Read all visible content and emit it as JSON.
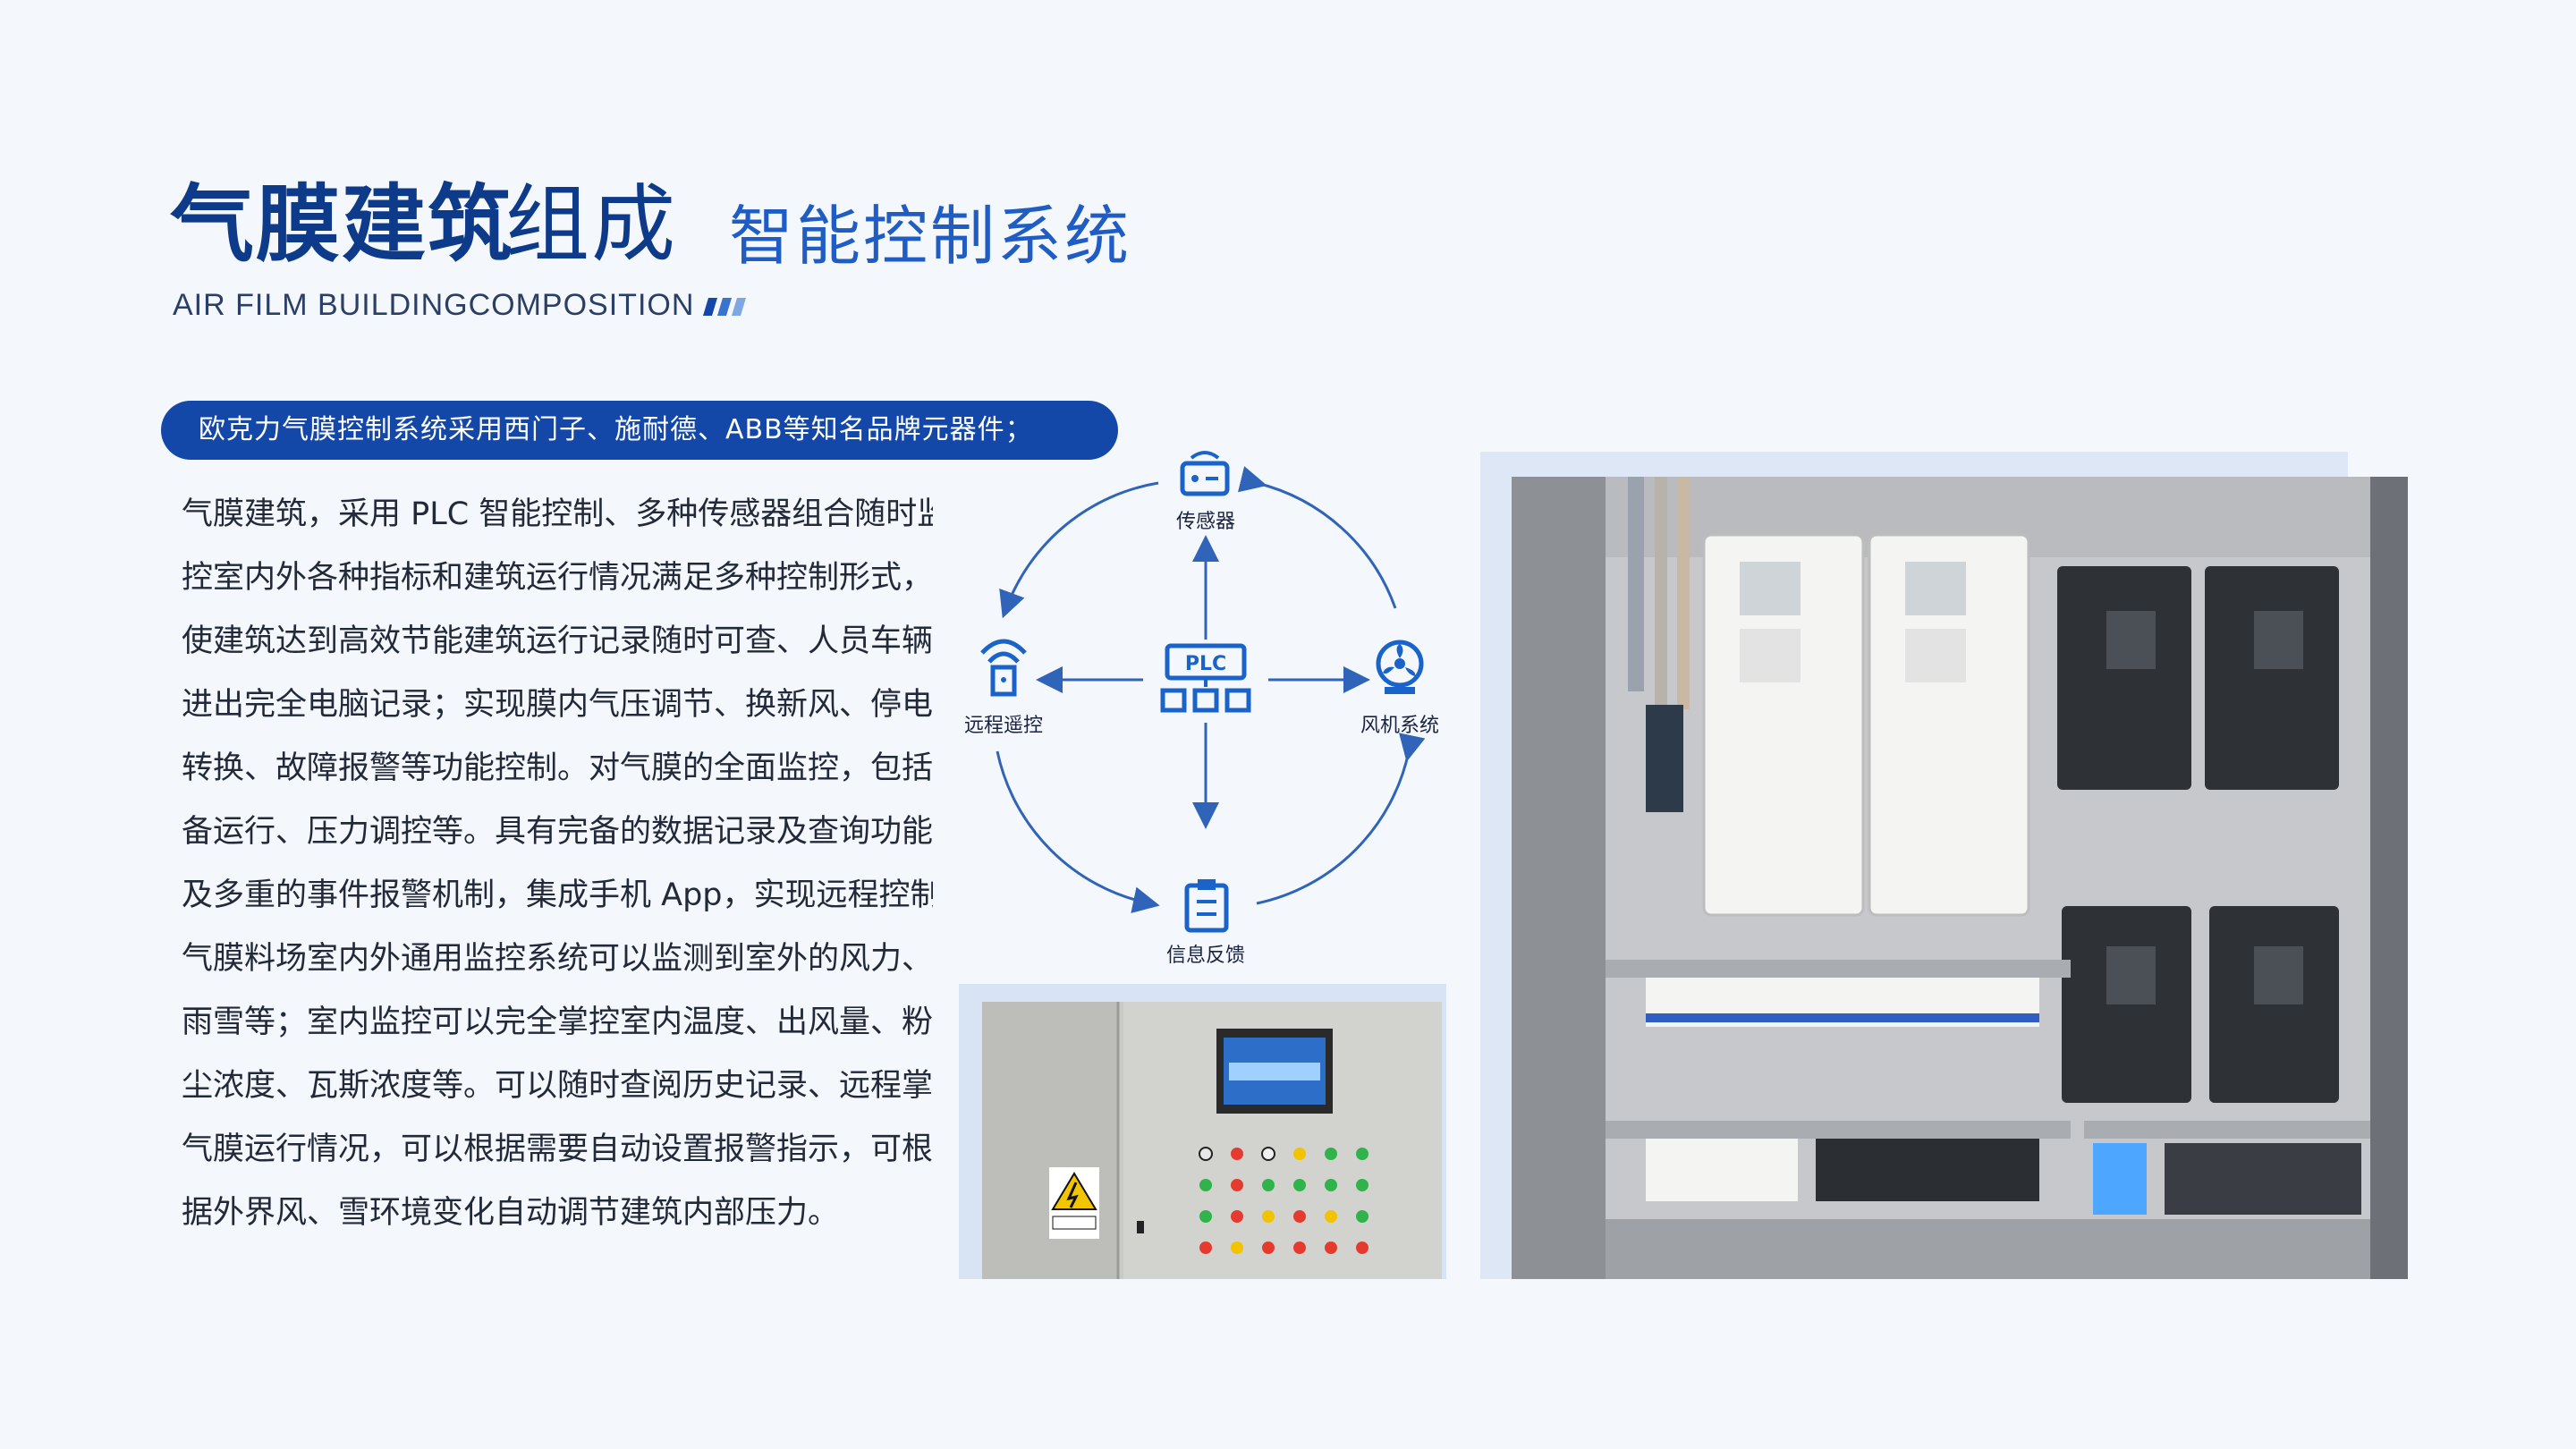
{
  "header": {
    "title_bold": "气膜建筑",
    "title_light": "组成",
    "title_sub": "智能控制系统",
    "english_subtitle": "AIR FILM BUILDINGCOMPOSITION"
  },
  "highlight_pill": "欧克力气膜控制系统采用西门子、施耐德、ABB等知名品牌元器件；",
  "paragraph_lines": [
    "气膜建筑，采用 PLC 智能控制、多种传感器组合随时监",
    "控室内外各种指标和建筑运行情况满足多种控制形式，",
    "使建筑达到高效节能建筑运行记录随时可查、人员车辆",
    "进出完全电脑记录；实现膜内气压调节、换新风、停电",
    "转换、故障报警等功能控制。对气膜的全面监控，包括设",
    "备运行、压力调控等。具有完备的数据记录及查询功能",
    "及多重的事件报警机制，集成手机 App，实现远程控制。",
    "气膜料场室内外通用监控系统可以监测到室外的风力、",
    "雨雪等；室内监控可以完全掌控室内温度、出风量、粉",
    "尘浓度、瓦斯浓度等。可以随时查阅历史记录、远程掌控",
    "气膜运行情况，可以根据需要自动设置报警指示，可根",
    "据外界风、雪环境变化自动调节建筑内部压力。"
  ],
  "diagram": {
    "center": "PLC",
    "top": "传感器",
    "left": "远程遥控",
    "right": "风机系统",
    "bottom": "信息反馈"
  },
  "colors": {
    "primary": "#0e3a8a",
    "accent": "#1f5dc4",
    "pill": "#1448a8",
    "icon": "#1a63c9",
    "background": "#f4f7fc"
  }
}
